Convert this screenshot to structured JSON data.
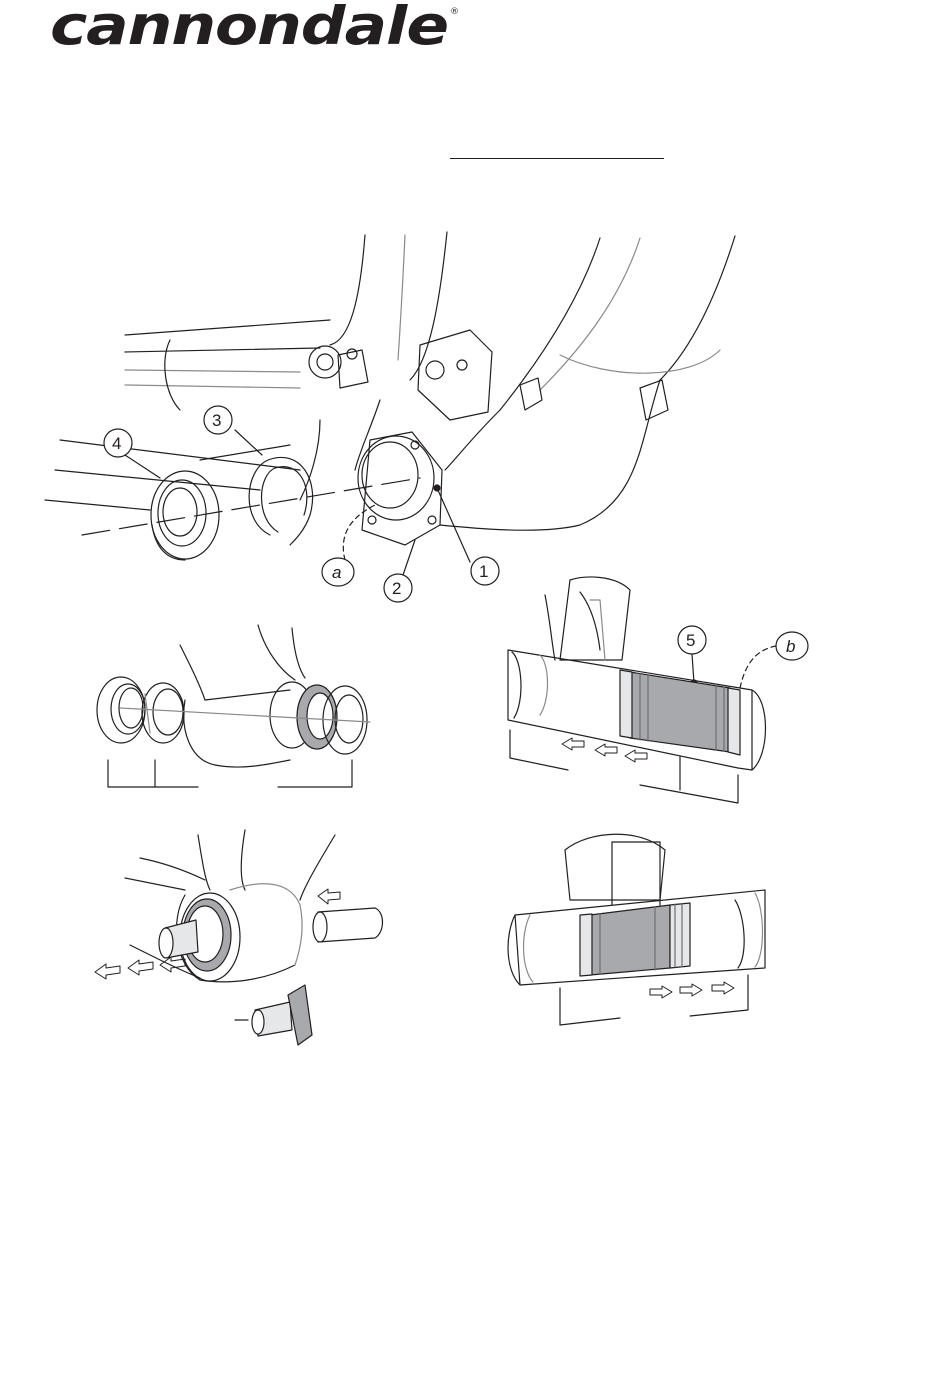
{
  "brand": {
    "logo_text": "cannondale",
    "registered_mark": "®"
  },
  "callouts": {
    "c1": "1",
    "c2": "2",
    "c3": "3",
    "c4": "4",
    "c5": "5",
    "ca": "a",
    "cb": "b"
  },
  "icons": {
    "arrow": "hollow-arrow-icon"
  },
  "colors": {
    "ink": "#231f20",
    "part_fill": "#a7a9ac",
    "light_fill": "#e6e7e8"
  }
}
